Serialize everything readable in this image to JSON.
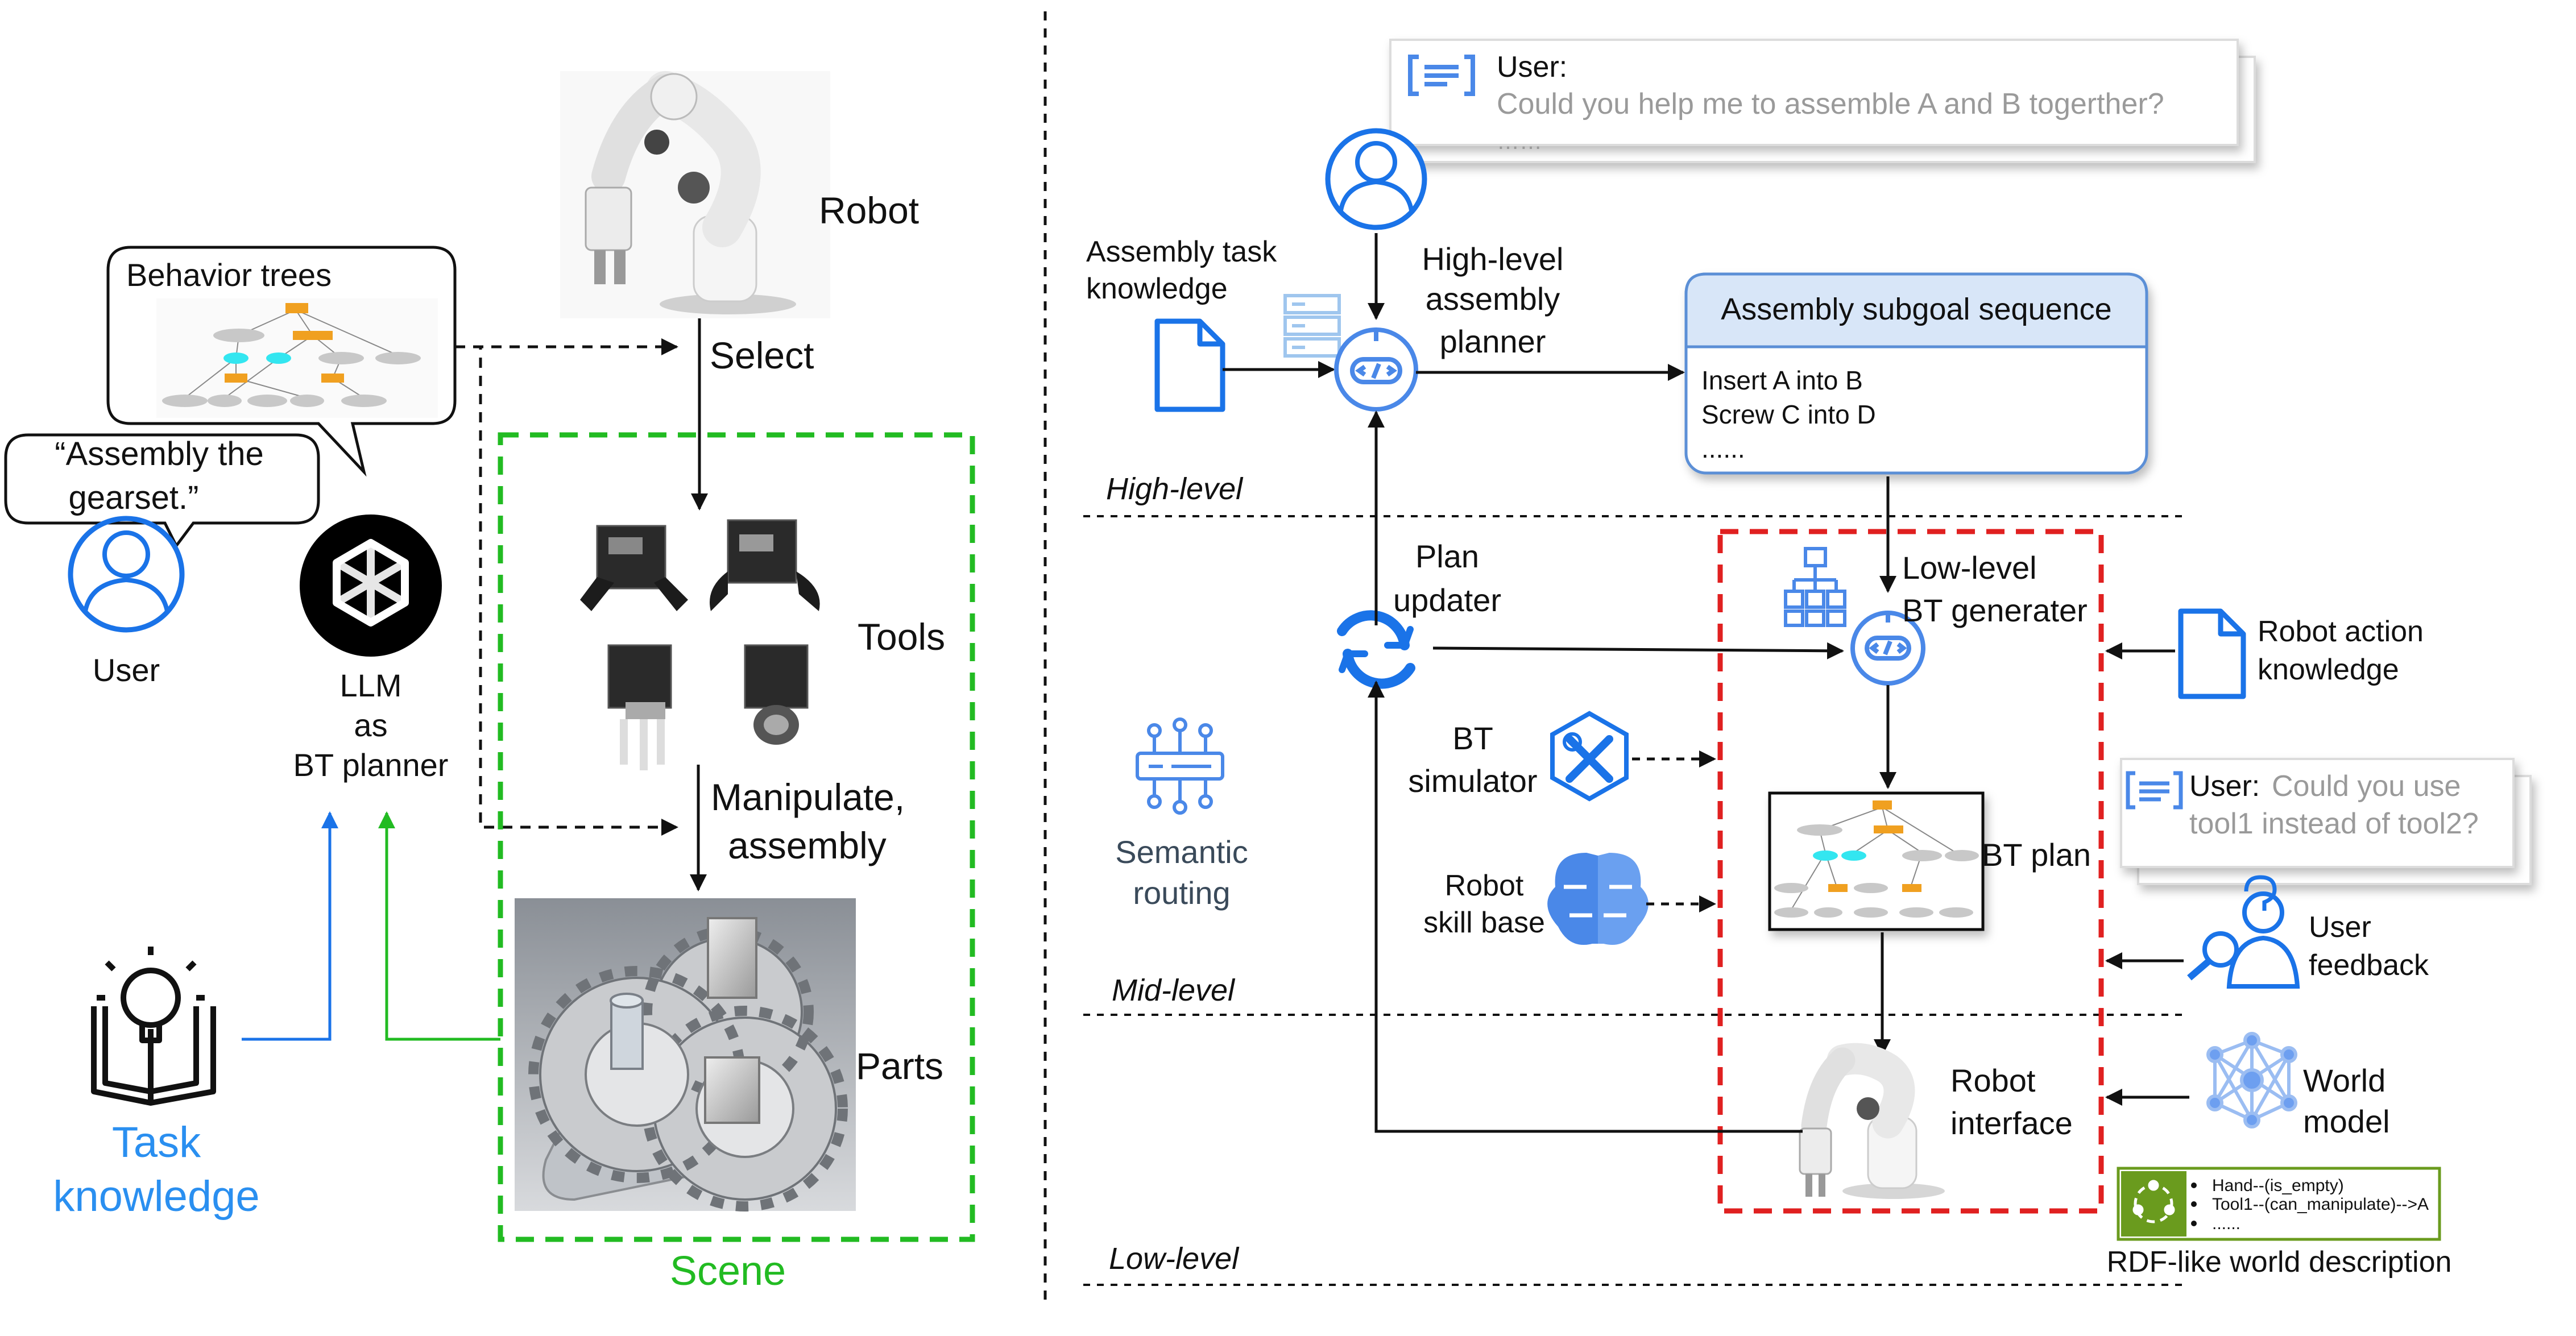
{
  "left_panel": {
    "user_label": "User",
    "speech_quote": "“Assembly the gearset.”",
    "speech_line1": "“Assembly the",
    "speech_line2": "gearset.”",
    "bt_bubble_title": "Behavior trees",
    "llm_line1": "LLM",
    "llm_line2": "as",
    "llm_line3": "BT planner",
    "task_line1": "Task",
    "task_line2": "knowledge",
    "robot_label": "Robot",
    "select_label": "Select",
    "tools_label": "Tools",
    "manip_line1": "Manipulate,",
    "manip_line2": "assembly",
    "parts_label": "Parts",
    "scene_label": "Scene"
  },
  "right_panel": {
    "chat_top": {
      "speaker": "User:",
      "message": "Could you help me to assemble A and B togerther?",
      "ellipsis": "……"
    },
    "assembly_task_line1": "Assembly task",
    "assembly_task_line2": "knowledge",
    "hl_planner_line1": "High-level",
    "hl_planner_line2": "assembly",
    "hl_planner_line3": "planner",
    "subgoal_title": "Assembly subgoal sequence",
    "subgoals": [
      "Insert A into B",
      "Screw C into D",
      "......"
    ],
    "level_high": "High-level",
    "level_mid": "Mid-level",
    "level_low": "Low-level",
    "plan_updater_line1": "Plan",
    "plan_updater_line2": "updater",
    "ll_generator_line1": "Low-level",
    "ll_generator_line2": "BT generater",
    "robot_action_line1": "Robot action",
    "robot_action_line2": "knowledge",
    "semantic_line1": "Semantic",
    "semantic_line2": "routing",
    "bt_sim_line1": "BT",
    "bt_sim_line2": "simulator",
    "skill_line1": "Robot",
    "skill_line2": "skill base",
    "bt_plan_label": "BT plan",
    "chat_feedback": {
      "speaker": "User:",
      "line1": "Could you use",
      "line2": "tool1 instead of tool2?"
    },
    "user_feedback_line1": "User",
    "user_feedback_line2": "feedback",
    "robot_interface_line1": "Robot",
    "robot_interface_line2": "interface",
    "world_model_line1": "World",
    "world_model_line2": "model",
    "rdf_lines": [
      "Hand--(is_empty)",
      "Tool1--(can_manipulate)-->A",
      "......"
    ],
    "rdf_caption": "RDF-like world description"
  },
  "colors": {
    "blue": "#1a73e8",
    "green": "#22bb22",
    "red": "#e02020",
    "orange": "#f0a020",
    "cyan": "#33e6f0",
    "box_header": "#d8e6f8",
    "rdf_border": "#6a9b1e"
  }
}
